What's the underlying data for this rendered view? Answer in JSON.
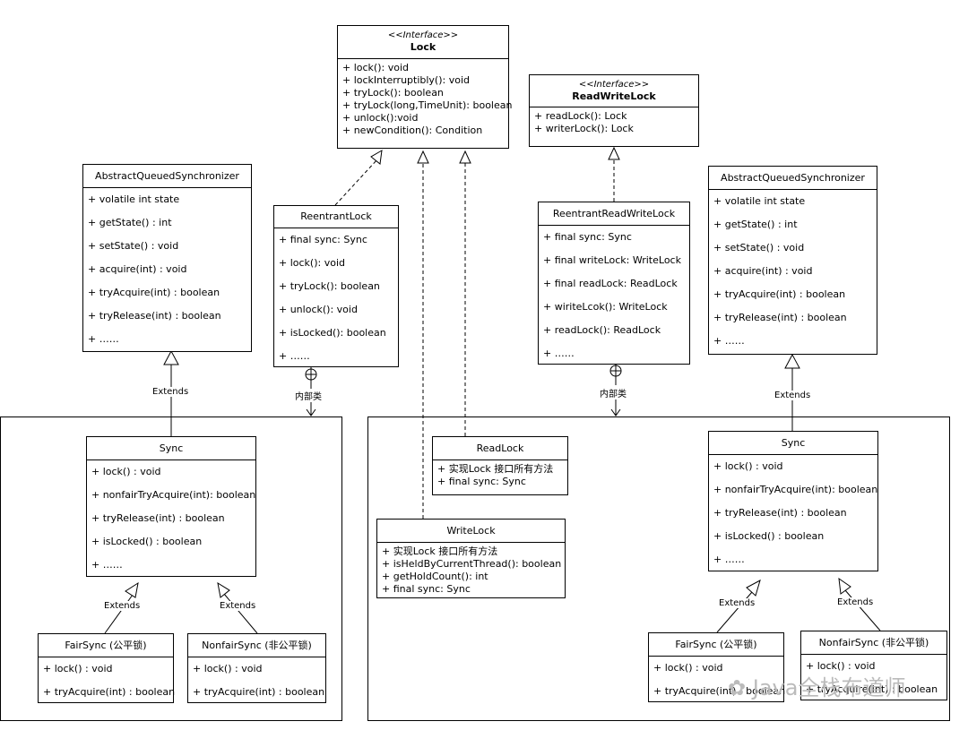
{
  "lock": {
    "stereotype": "<<Interface>>",
    "name": "Lock",
    "members": [
      "+ lock(): void",
      "+ lockInterruptibly(): void",
      "+ tryLock(): boolean",
      "+ tryLock(long,TimeUnit): boolean",
      "+ unlock():void",
      "+ newCondition(): Condition"
    ]
  },
  "readWriteLock": {
    "stereotype": "<<Interface>>",
    "name": "ReadWriteLock",
    "members": [
      "+ readLock(): Lock",
      "+ writerLock(): Lock"
    ]
  },
  "aqsLeft": {
    "name": "AbstractQueuedSynchronizer",
    "members": [
      "+ volatile int state",
      "+ getState() : int",
      "+ setState() : void",
      "+ acquire(int) : void",
      "+ tryAcquire(int) : boolean",
      "+ tryRelease(int) : boolean",
      "+ ……"
    ]
  },
  "aqsRight": {
    "name": "AbstractQueuedSynchronizer",
    "members": [
      "+ volatile int state",
      "+ getState() : int",
      "+ setState() : void",
      "+ acquire(int) : void",
      "+ tryAcquire(int) : boolean",
      "+ tryRelease(int) : boolean",
      "+ ……"
    ]
  },
  "reentrantLock": {
    "name": "ReentrantLock",
    "members": [
      "+ final sync: Sync",
      "+ lock(): void",
      "+ tryLock(): boolean",
      "+ unlock(): void",
      "+ isLocked(): boolean",
      "+ ……"
    ]
  },
  "reentrantReadWriteLock": {
    "name": "ReentrantReadWriteLock",
    "members": [
      "+ final sync: Sync",
      "+ final writeLock: WriteLock",
      "+ final readLock: ReadLock",
      "+ wiriteLcok(): WriteLock",
      "+ readLock(): ReadLock",
      "+ ……"
    ]
  },
  "syncLeft": {
    "name": "Sync",
    "members": [
      "+ lock() : void",
      "+ nonfairTryAcquire(int): boolean",
      "+ tryRelease(int) : boolean",
      "+ isLocked() : boolean",
      "+ ……"
    ]
  },
  "syncRight": {
    "name": "Sync",
    "members": [
      "+ lock() : void",
      "+ nonfairTryAcquire(int): boolean",
      "+ tryRelease(int) : boolean",
      "+ isLocked() : boolean",
      "+ ……"
    ]
  },
  "fairSyncLeft": {
    "name": "FairSync (公平锁)",
    "members": [
      "+ lock() : void",
      "+ tryAcquire(int) : boolean"
    ]
  },
  "nonfairSyncLeft": {
    "name": "NonfairSync (非公平锁)",
    "members": [
      "+ lock() : void",
      "+ tryAcquire(int) : boolean"
    ]
  },
  "fairSyncRight": {
    "name": "FairSync (公平锁)",
    "members": [
      "+ lock() : void",
      "+ tryAcquire(int) : boolean"
    ]
  },
  "nonfairSyncRight": {
    "name": "NonfairSync (非公平锁)",
    "members": [
      "+ lock() : void",
      "+ tryAcquire(int) : boolean"
    ]
  },
  "readLock": {
    "name": "ReadLock",
    "members": [
      "+ 实现Lock 接口所有方法",
      "+ final sync: Sync"
    ]
  },
  "writeLock": {
    "name": "WriteLock",
    "members": [
      "+ 实现Lock 接口所有方法",
      "+ isHeldByCurrentThread(): boolean",
      "+ getHoldCount(): int",
      "+ final sync: Sync"
    ]
  },
  "labels": {
    "extends": "Extends",
    "inner": "内部类"
  },
  "watermark": "Java全栈布道师"
}
